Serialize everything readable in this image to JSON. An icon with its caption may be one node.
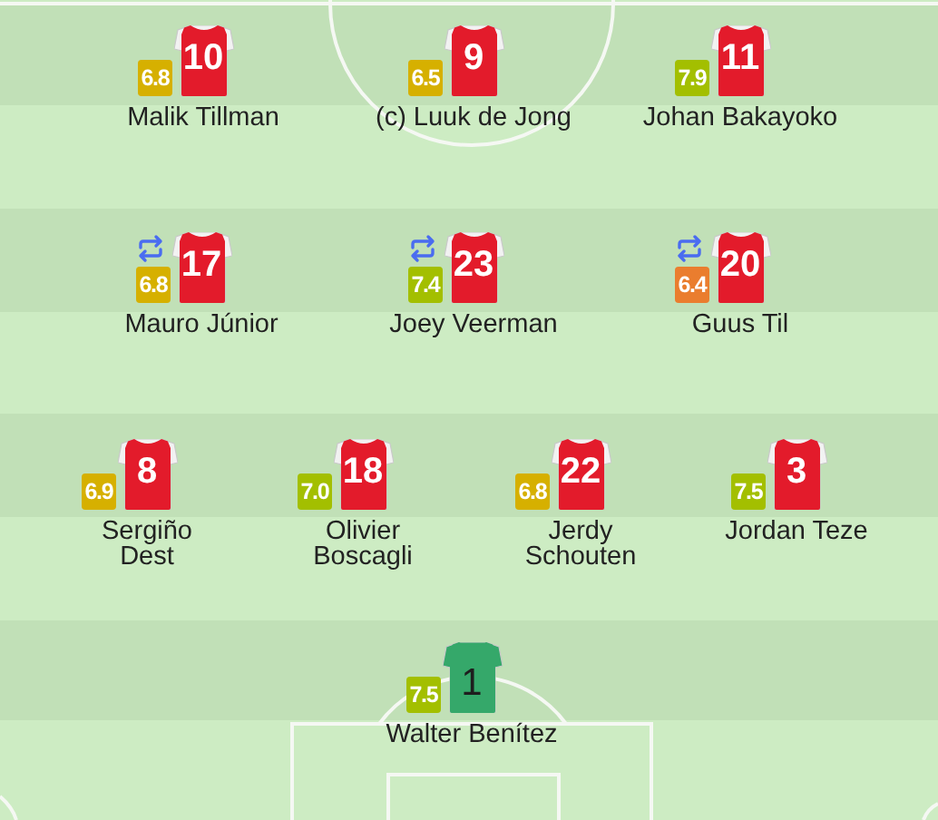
{
  "diagram": {
    "labels": [
      "6.8",
      "10",
      "Malik Tillman",
      "6.5",
      "9",
      "(c) Luuk de Jong",
      "7.9",
      "11",
      "Johan Bakayoko",
      "6.8",
      "17",
      "Mauro Júnior",
      "7.4",
      "23",
      "Joey Veerman",
      "6.4",
      "20",
      "Guus Til",
      "6.9",
      "8",
      "Sergiño Dest",
      "7.0",
      "18",
      "Olivier Boscagli",
      "6.8",
      "22",
      "Jerdy Schouten",
      "7.5",
      "3",
      "Jordan Teze",
      "7.5",
      "1",
      "Walter Benítez"
    ]
  }
}
